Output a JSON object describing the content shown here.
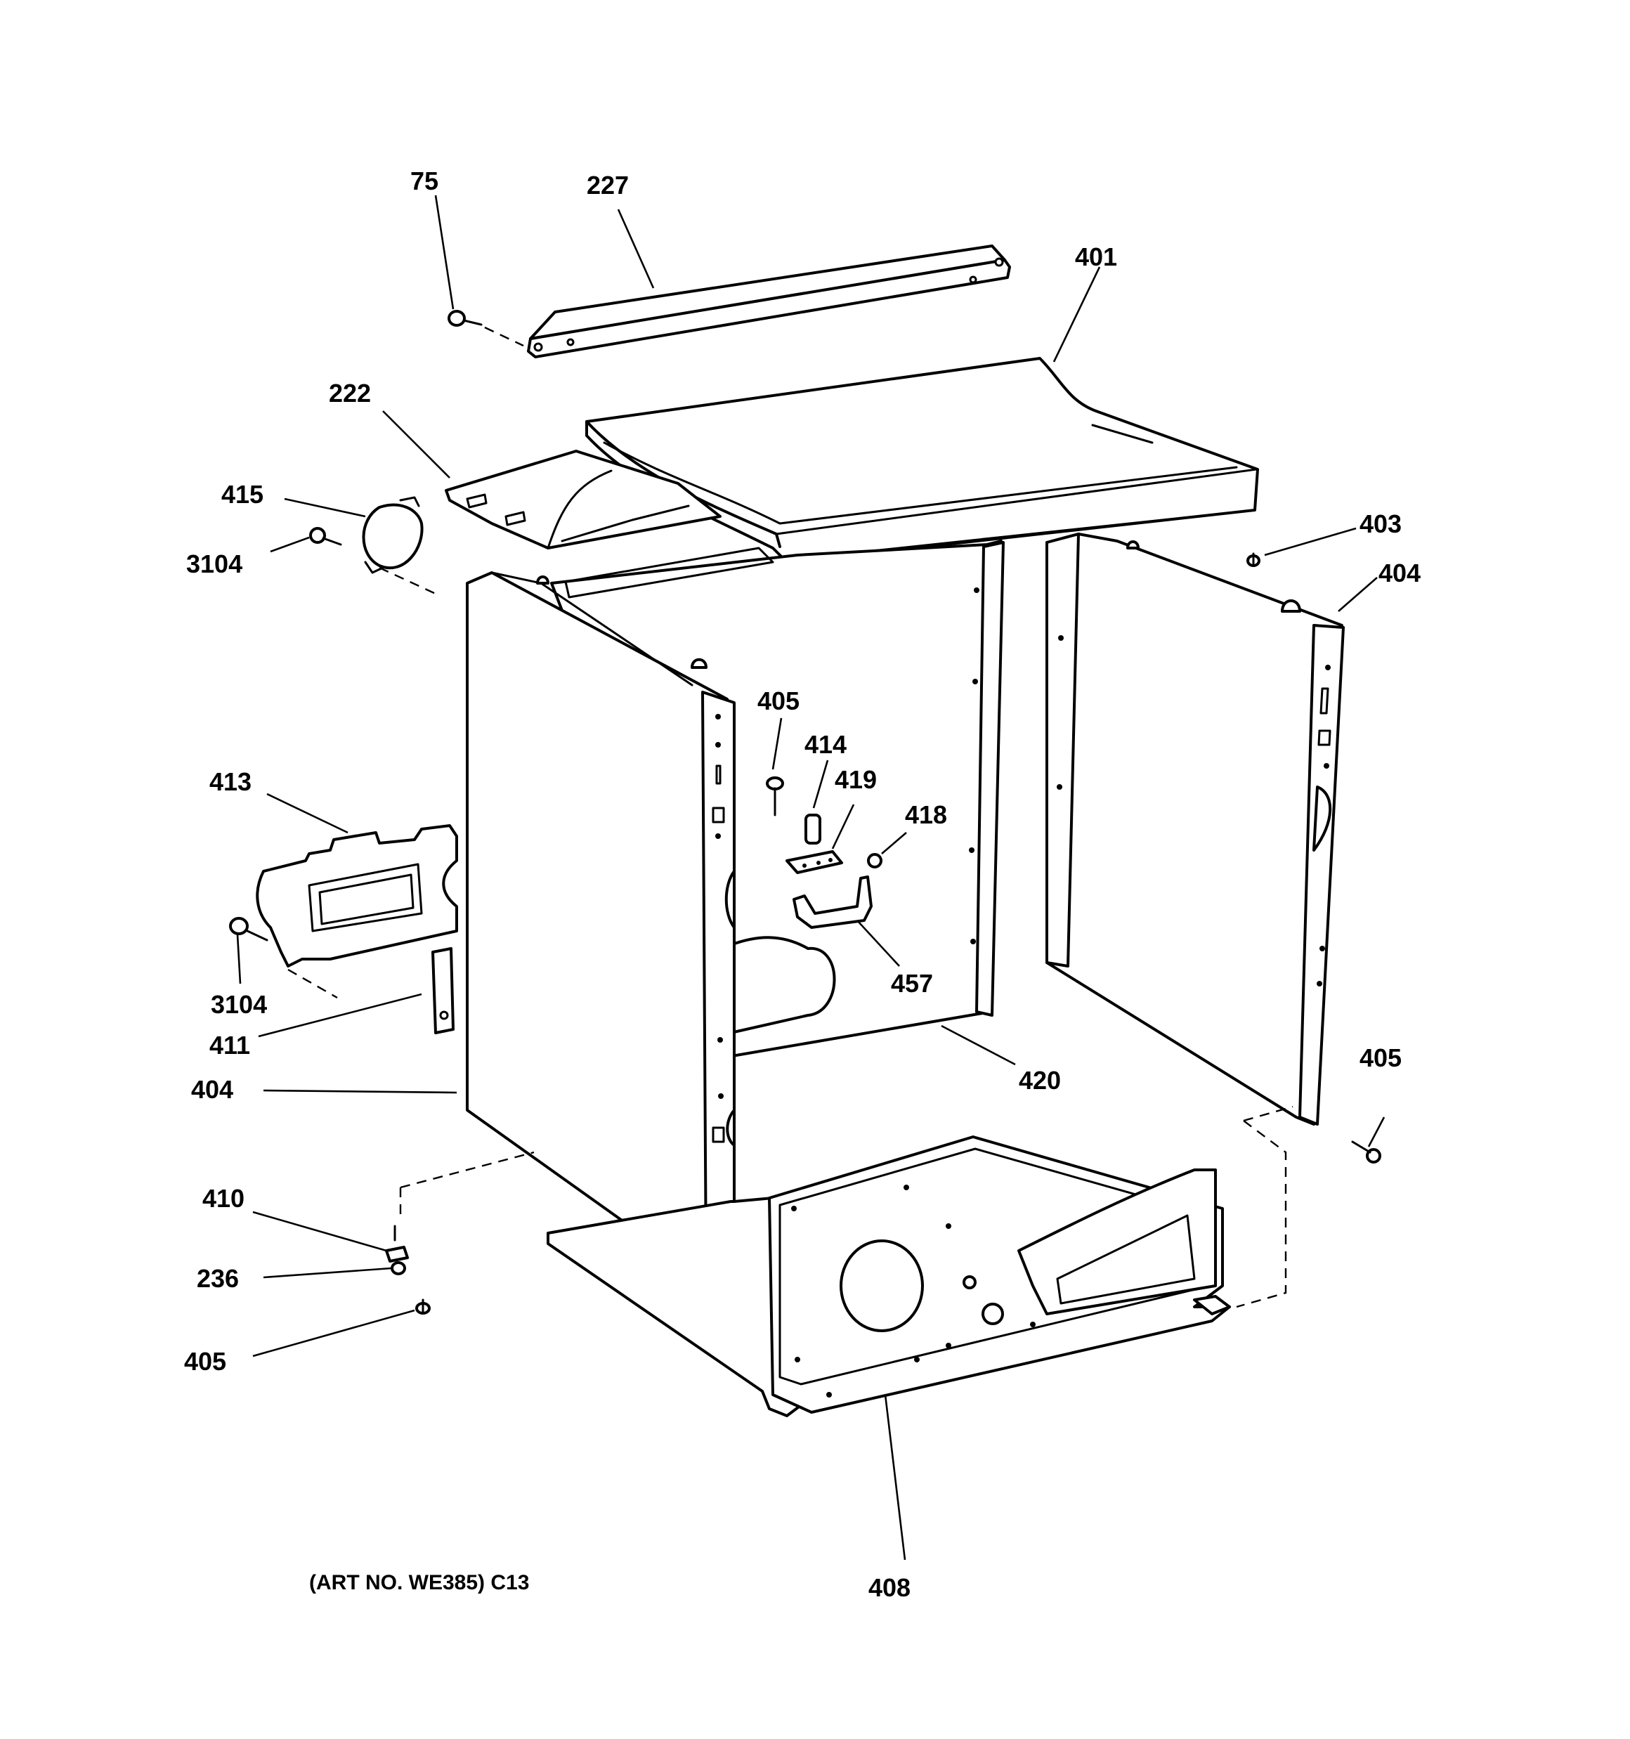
{
  "figure": {
    "art_number": "(ART NO. WE385) C13",
    "line_color": "#000000",
    "background_color": "#ffffff"
  },
  "callouts": {
    "c75": "75",
    "c227": "227",
    "c401": "401",
    "c222": "222",
    "c415": "415",
    "c3104a": "3104",
    "c403": "403",
    "c404a": "404",
    "c405a": "405",
    "c414": "414",
    "c419": "419",
    "c418": "418",
    "c413": "413",
    "c3104b": "3104",
    "c411": "411",
    "c404b": "404",
    "c457": "457",
    "c420": "420",
    "c405b": "405",
    "c410": "410",
    "c236": "236",
    "c405c": "405",
    "c408": "408"
  }
}
